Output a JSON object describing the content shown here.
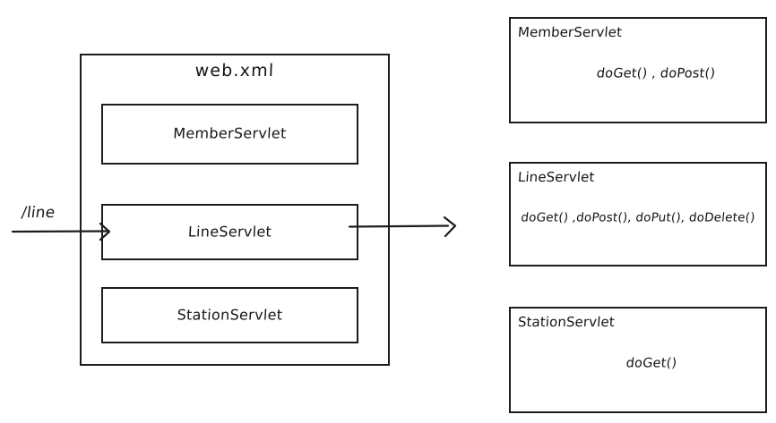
{
  "diagram": {
    "title": "Servlet mapping hand-drawn diagram",
    "stroke_color": "#1c1c1c",
    "background_color": "#ffffff",
    "container": {
      "title": "web.xml",
      "servlets": [
        {
          "name": "MemberServlet"
        },
        {
          "name": "LineServlet"
        },
        {
          "name": "StationServlet"
        }
      ]
    },
    "incoming": {
      "label": "/line",
      "arrowhead": "open-arrow-right",
      "target_servlet": "LineServlet"
    },
    "outgoing": {
      "arrowhead": "open-arrow-right",
      "source_servlet": "LineServlet"
    },
    "detail_boxes": [
      {
        "title": "MemberServlet",
        "methods": "doGet() , doPost()"
      },
      {
        "title": "LineServlet",
        "methods": "doGet() ,doPost(), doPut(), doDelete()"
      },
      {
        "title": "StationServlet",
        "methods": "doGet()"
      }
    ]
  }
}
